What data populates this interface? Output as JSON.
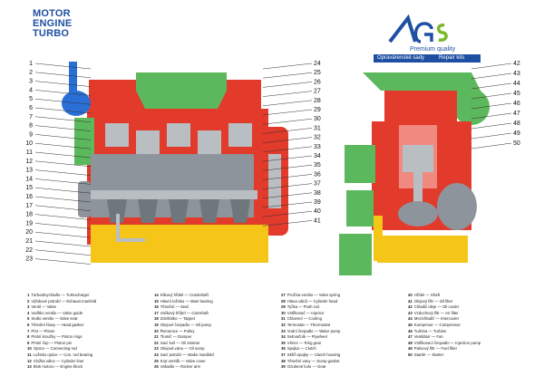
{
  "title": {
    "line1": "MOTOR",
    "line2": "ENGINE",
    "line3": "TURBO"
  },
  "brand": {
    "logo_text": "AGS",
    "tagline": "Premium quality",
    "bar_left": "Opravárenské sady",
    "bar_right": "Repair kits"
  },
  "callouts": [
    "1",
    "2",
    "3",
    "4",
    "5",
    "6",
    "7",
    "8",
    "9",
    "10",
    "11",
    "12",
    "13",
    "14",
    "15",
    "16",
    "17",
    "18",
    "19",
    "20",
    "21",
    "22",
    "23",
    "24",
    "25",
    "26",
    "27",
    "28",
    "29",
    "30",
    "31",
    "32",
    "33",
    "34",
    "35",
    "36",
    "37",
    "38",
    "39",
    "40",
    "41",
    "42",
    "43",
    "44",
    "45",
    "46",
    "47",
    "48",
    "49",
    "50"
  ],
  "legend": [
    {
      "n": "1",
      "t": "Turbodmychadlo — Turbocharger"
    },
    {
      "n": "2",
      "t": "Výfukové potrubí — Exhaust manifold"
    },
    {
      "n": "3",
      "t": "Ventil — Valve"
    },
    {
      "n": "4",
      "t": "Vodítko ventilu — Valve guide"
    },
    {
      "n": "5",
      "t": "Sedlo ventilu — Valve seat"
    },
    {
      "n": "6",
      "t": "Těsnění hlavy — Head gasket"
    },
    {
      "n": "7",
      "t": "Píst — Piston"
    },
    {
      "n": "8",
      "t": "Pístní kroužky — Piston rings"
    },
    {
      "n": "9",
      "t": "Pístní čep — Piston pin"
    },
    {
      "n": "10",
      "t": "Ojnice — Connecting rod"
    },
    {
      "n": "11",
      "t": "Ložisko ojnice — Con. rod bearing"
    },
    {
      "n": "12",
      "t": "Vložka válce — Cylinder liner"
    },
    {
      "n": "13",
      "t": "Blok motoru — Engine block"
    },
    {
      "n": "14",
      "t": "Klikový hřídel — Crankshaft"
    },
    {
      "n": "15",
      "t": "Hlavní ložisko — Main bearing"
    },
    {
      "n": "16",
      "t": "Těsnění — Seal"
    },
    {
      "n": "17",
      "t": "Vačkový hřídel — Camshaft"
    },
    {
      "n": "18",
      "t": "Zdvihátko — Tappet"
    },
    {
      "n": "19",
      "t": "Olejové čerpadlo — Oil pump"
    },
    {
      "n": "20",
      "t": "Řemenice — Pulley"
    },
    {
      "n": "21",
      "t": "Tlumič — Damper"
    },
    {
      "n": "22",
      "t": "Sací koš — Oil strainer"
    },
    {
      "n": "23",
      "t": "Olejová vana — Oil sump"
    },
    {
      "n": "24",
      "t": "Sací potrubí — Intake manifold"
    },
    {
      "n": "25",
      "t": "Kryt ventilů — Valve cover"
    },
    {
      "n": "26",
      "t": "Vahadlo — Rocker arm"
    },
    {
      "n": "27",
      "t": "Pružina ventilu — Valve spring"
    },
    {
      "n": "28",
      "t": "Hlava válců — Cylinder head"
    },
    {
      "n": "29",
      "t": "Tyčka — Push rod"
    },
    {
      "n": "30",
      "t": "Vstřikovač — Injector"
    },
    {
      "n": "31",
      "t": "Chlazení — Cooling"
    },
    {
      "n": "32",
      "t": "Termostat — Thermostat"
    },
    {
      "n": "33",
      "t": "Vodní čerpadlo — Water pump"
    },
    {
      "n": "34",
      "t": "Setrvačník — Flywheel"
    },
    {
      "n": "35",
      "t": "Věnec — Ring gear"
    },
    {
      "n": "36",
      "t": "Spojka — Clutch"
    },
    {
      "n": "37",
      "t": "Skříň spojky — Clutch housing"
    },
    {
      "n": "38",
      "t": "Těsnění vany — Sump gasket"
    },
    {
      "n": "39",
      "t": "Ozubené kolo — Gear"
    },
    {
      "n": "40",
      "t": "Hřídel — Shaft"
    },
    {
      "n": "41",
      "t": "Olejový filtr — Oil filter"
    },
    {
      "n": "42",
      "t": "Chladič oleje — Oil cooler"
    },
    {
      "n": "43",
      "t": "Vzduchový filtr — Air filter"
    },
    {
      "n": "44",
      "t": "Mezichladič — Intercooler"
    },
    {
      "n": "45",
      "t": "Kompresor — Compressor"
    },
    {
      "n": "46",
      "t": "Turbína — Turbine"
    },
    {
      "n": "47",
      "t": "Ventilátor — Fan"
    },
    {
      "n": "48",
      "t": "Vstřikovací čerpadlo — Injection pump"
    },
    {
      "n": "49",
      "t": "Palivový filtr — Fuel filter"
    },
    {
      "n": "50",
      "t": "Startér — Starter"
    }
  ],
  "colors": {
    "brand_blue": "#1f4fa3",
    "engine_red": "#e23a2b",
    "engine_green": "#5cb85c",
    "engine_grey": "#8d949b",
    "oil_yellow": "#f5c518",
    "coolant_blue": "#2a6fd6"
  }
}
